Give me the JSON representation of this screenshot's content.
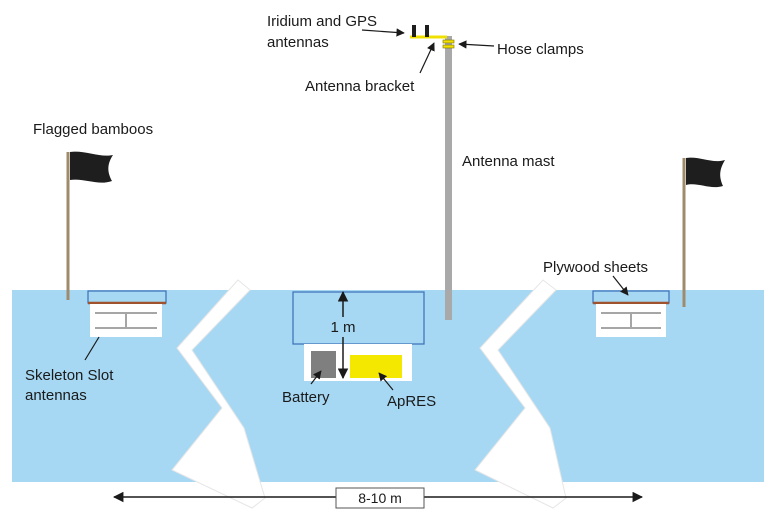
{
  "labels": {
    "antennas_line1": "Iridium and GPS",
    "antennas_line2": "antennas",
    "hose_clamps": "Hose clamps",
    "antenna_bracket": "Antenna bracket",
    "flagged_bamboos": "Flagged bamboos",
    "antenna_mast": "Antenna mast",
    "plywood_sheets": "Plywood sheets",
    "skeleton_line1": "Skeleton Slot",
    "skeleton_line2": "antennas",
    "depth": "1 m",
    "battery": "Battery",
    "apres": "ApRES",
    "distance": "8-10 m"
  },
  "colors": {
    "snow": "#a6d8f3",
    "panel_border": "#3a6fb5",
    "mast": "#a9a9a9",
    "bamboo": "#a08a6c",
    "flag": "#1e1e1e",
    "bracket": "#f0e000",
    "battery": "#7f7f7f",
    "apres": "#f5e800",
    "plywood": "#a0522d",
    "crack": "#ffffff"
  }
}
